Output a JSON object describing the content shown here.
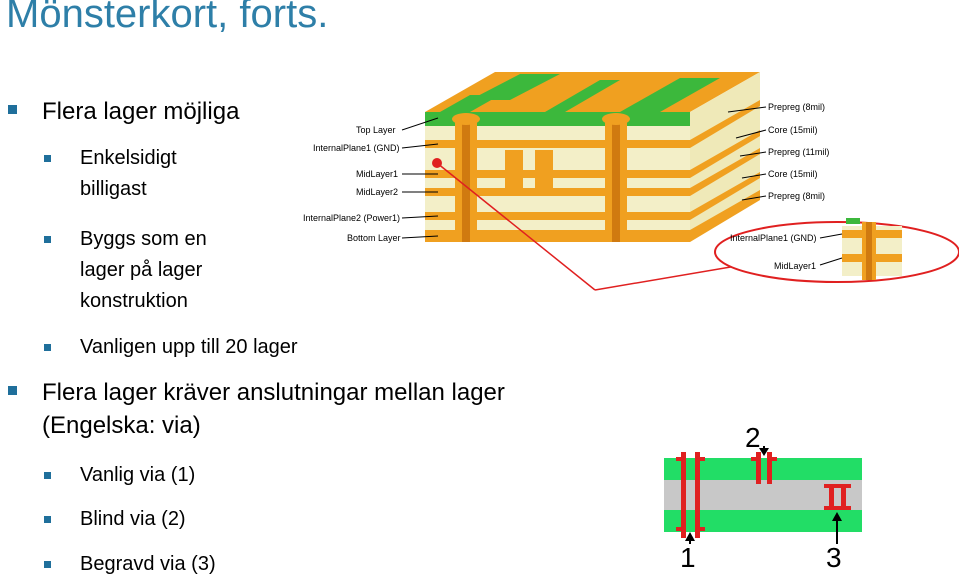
{
  "slide": {
    "title": "Mönsterkort, forts.",
    "bullets": [
      {
        "text": "Flera lager möjliga"
      },
      {
        "text": "Enkelsidigt"
      },
      {
        "text": "billigast"
      },
      {
        "text": "Byggs som en"
      },
      {
        "text": "lager på lager"
      },
      {
        "text": "konstruktion"
      },
      {
        "text": "Vanligen upp till 20 lager"
      },
      {
        "text": "Flera lager kräver anslutningar mellan lager"
      },
      {
        "text": "(Engelska: via)"
      },
      {
        "text": "Vanlig via (1)"
      },
      {
        "text": "Blind via (2)"
      },
      {
        "text": "Begravd via (3)"
      }
    ]
  },
  "pcb_figure": {
    "left_labels": [
      "Top Layer",
      "InternalPlane1 (GND)",
      "MidLayer1",
      "MidLayer2",
      "InternalPlane2 (Power1)",
      "Bottom Layer"
    ],
    "right_labels": [
      "Prepreg (8mil)",
      "Core (15mil)",
      "Prepreg (11mil)",
      "Core (15mil)",
      "Prepreg (8mil)"
    ],
    "zoom_labels": [
      "InternalPlane1 (GND)",
      "MidLayer1"
    ],
    "colors": {
      "copper": "#f0a020",
      "trace": "#3cb83c",
      "fr4": "#f3efc8",
      "callout": "#e02020"
    }
  },
  "via_figure": {
    "labels": [
      "1",
      "2",
      "3"
    ],
    "colors": {
      "layer": "#22dd66",
      "core": "#c8c8c8",
      "via": "#e02020"
    }
  }
}
